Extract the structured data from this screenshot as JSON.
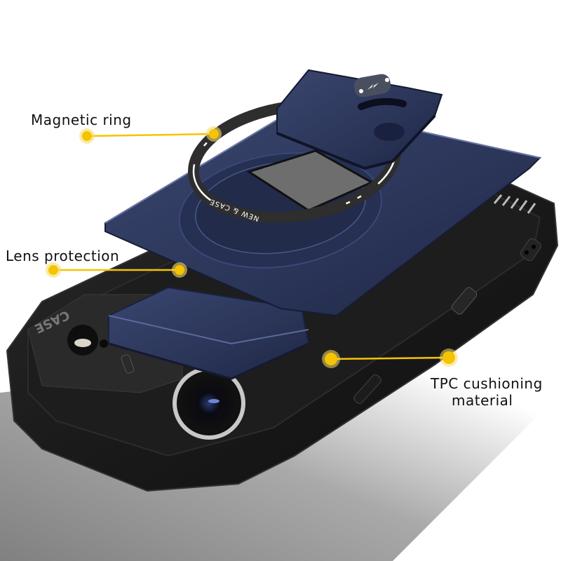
{
  "image": {
    "subject": "Rugged phone case with magnetic ring kickstand, exploded view",
    "background_color": "#ffffff",
    "colors": {
      "case_body": "#161616",
      "case_edge": "#2a2a2a",
      "plate_navy": "#2b3558",
      "plate_highlight": "#4a5680",
      "ring": "#2e2e2e",
      "ring_marks": "#ffffff",
      "callout_yellow": "#f5c400",
      "callout_halo": "#f7dc6a",
      "label_text": "#111111"
    }
  },
  "callouts": [
    {
      "id": "magnetic-ring",
      "label": "Magnetic ring"
    },
    {
      "id": "lens-protection",
      "label": "Lens protection"
    },
    {
      "id": "tpc",
      "label_line1": "TPC cushioning",
      "label_line2": "material"
    }
  ],
  "product_marks": {
    "ring_text": "NEW & CASE",
    "camera_cover_text": "CASE",
    "charging_icon": "lightning-bolt-icon"
  }
}
